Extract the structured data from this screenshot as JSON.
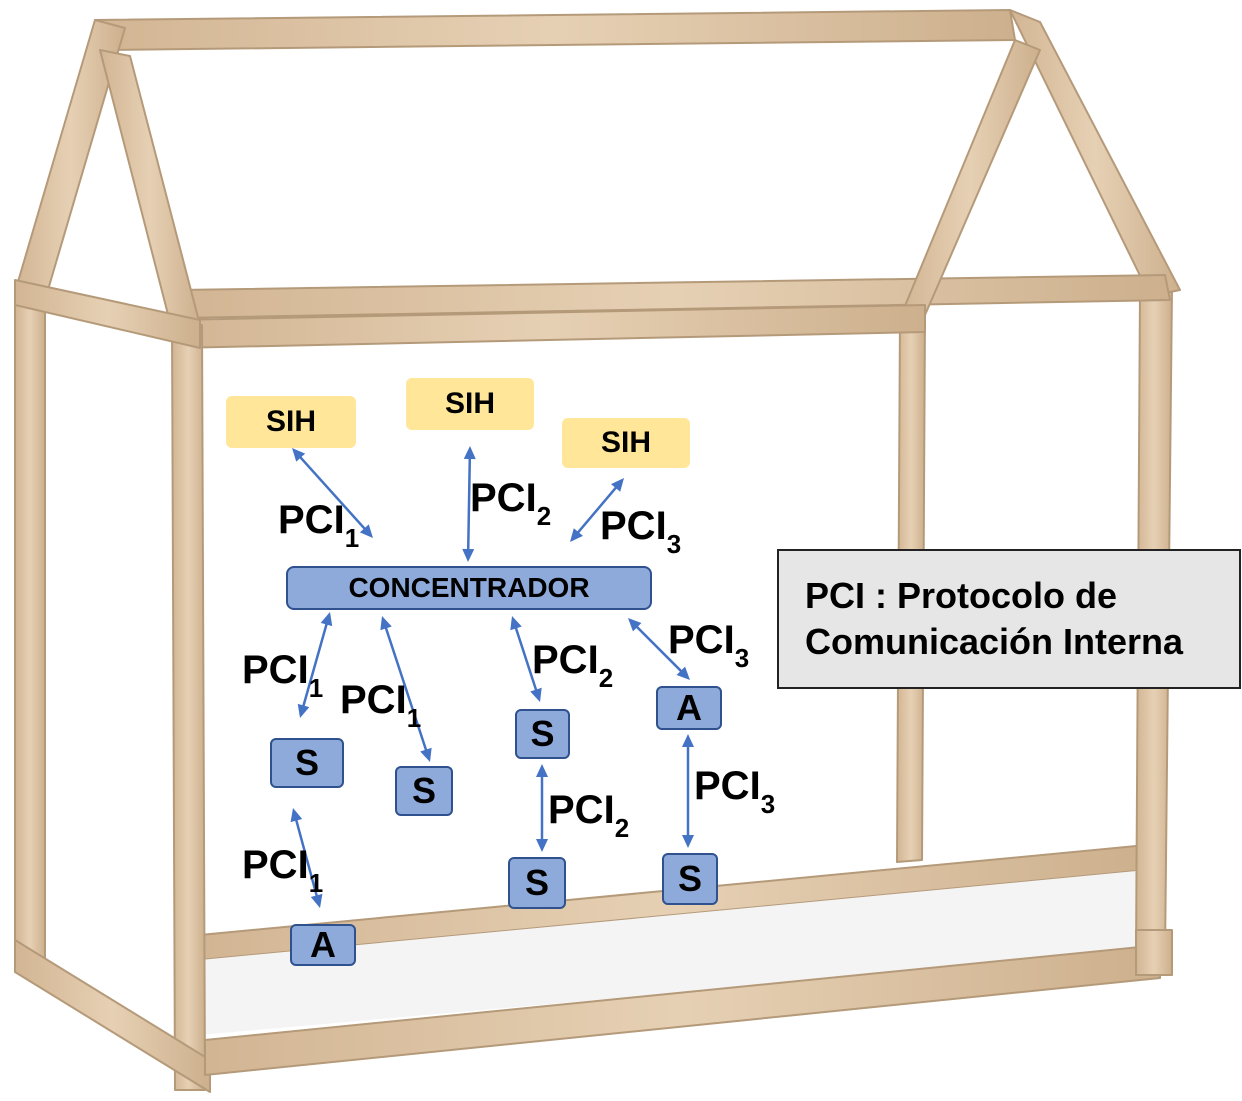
{
  "diagram": {
    "sih_label": "SIH",
    "concentrator_label": "CONCENTRADOR",
    "sensor_label": "S",
    "actuator_label": "A",
    "protocol_prefix": "PCI",
    "protocol_subscripts": [
      "1",
      "2",
      "3"
    ],
    "legend_line1": "PCI : Protocolo de",
    "legend_line2": "Comunicación Interna"
  },
  "colors": {
    "sih_fill": "#ffe699",
    "node_fill": "#8eaadb",
    "node_border": "#2f528f",
    "arrow": "#4472c4",
    "legend_fill": "#e7e6e6",
    "frame_wood": "#dcc3a5"
  },
  "illustration": "wooden-house-frame-icon"
}
